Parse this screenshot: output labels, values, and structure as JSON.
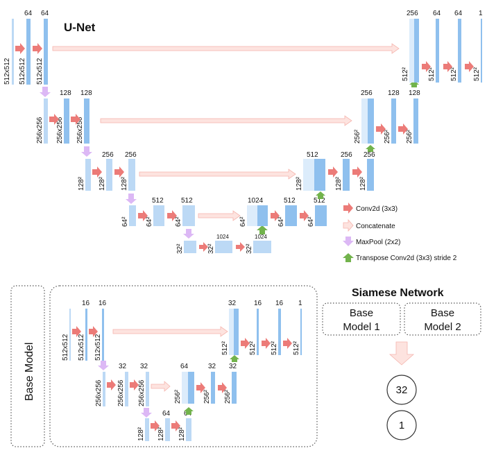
{
  "unet": {
    "title": "U-Net",
    "enc1": {
      "in_label": "512x512",
      "c1": "64",
      "c1_size": "512x512",
      "c2": "64",
      "c2_size": "512x512"
    },
    "enc2": {
      "c1": "128",
      "c1_size": "256x256",
      "c2": "128",
      "c2_size": "256x256",
      "in_size": "256x256"
    },
    "enc3": {
      "c1": "256",
      "c2": "256",
      "s0": "128²",
      "s1": "128²",
      "s2": "128²"
    },
    "enc4": {
      "c1": "512",
      "c2": "512",
      "s0": "64²",
      "s1": "64²",
      "s2": "64²"
    },
    "bott": {
      "c1": "1024",
      "c2": "1024",
      "s0": "32²",
      "s1": "32²",
      "s2": "32²"
    },
    "dec4": {
      "cat": "1024",
      "c1": "512",
      "c2": "512",
      "s0": "64²",
      "s1": "64²",
      "s2": "64²"
    },
    "dec3": {
      "cat": "512",
      "c1": "256",
      "c2": "256",
      "s0": "128²",
      "s1": "128²",
      "s2": "128²"
    },
    "dec2": {
      "cat": "256",
      "c1": "128",
      "c2": "128",
      "s0": "256²",
      "s1": "256²",
      "s2": "256²"
    },
    "dec1": {
      "cat": "256",
      "c1": "64",
      "c2": "64",
      "out": "1",
      "s0": "512²",
      "s1": "512²",
      "s2": "512²",
      "s3": "512²"
    }
  },
  "legend": {
    "conv": "Conv2d (3x3)",
    "concat": "Concatenate",
    "maxpool": "MaxPool (2x2)",
    "transpose": "Transpose Conv2d (3x3) stride 2"
  },
  "base_model": {
    "title": "Base Model",
    "enc1": {
      "in_label": "512x512",
      "c1": "16",
      "c1_size": "512x512",
      "c2": "16",
      "c2_size": "512x512"
    },
    "enc2": {
      "c1": "32",
      "c2": "32",
      "s0": "256x256",
      "s1": "256x256",
      "s2": "256x256"
    },
    "enc3": {
      "c1": "64",
      "c2": "64",
      "s0": "128²",
      "s1": "128²",
      "s2": "128²"
    },
    "dec2": {
      "cat": "64",
      "c1": "32",
      "c2": "32",
      "s0": "256²",
      "s1": "256²",
      "s2": "256²"
    },
    "dec1": {
      "cat": "32",
      "c1": "16",
      "c2": "16",
      "out": "1",
      "s0": "512²",
      "s1": "512²",
      "s2": "512²",
      "s3": "512²"
    }
  },
  "siamese": {
    "title": "Siamese Network",
    "model1_line1": "Base",
    "model1_line2": "Model 1",
    "model2_line1": "Base",
    "model2_line2": "Model 2",
    "node1": "32",
    "node2": "1"
  },
  "colors": {
    "conv_arrow": "#ec7b78",
    "concat_arrow": "#fde3df",
    "maxpool_arrow": "#dcb8f5",
    "transpose_arrow": "#72b34c",
    "feature_map": "#bcd9f5",
    "feature_map_dark": "#8fc0ee"
  }
}
